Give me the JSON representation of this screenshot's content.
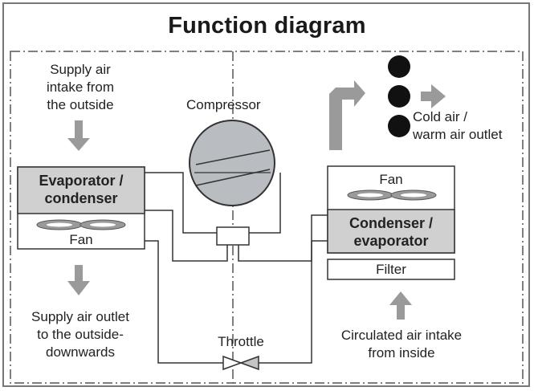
{
  "title": "Function diagram",
  "labels": {
    "supply_intake": "Supply air\nintake from\nthe outside",
    "compressor": "Compressor",
    "outlet": "Cold air /\nwarm air outlet",
    "evap_cond": "Evaporator /\ncondenser",
    "fan_left": "Fan",
    "fan_right": "Fan",
    "cond_evap": "Condenser /\nevaporator",
    "filter": "Filter",
    "supply_outlet": "Supply air outlet\nto the outside-\ndownwards",
    "throttle": "Throttle",
    "circulated": "Circulated air intake\nfrom inside"
  },
  "colors": {
    "box_fill": "#d0d0d0",
    "line": "#333333",
    "arrow": "#9a9a9a",
    "outlet_dot": "#111111",
    "compressor_fill": "#b9bcc1"
  }
}
